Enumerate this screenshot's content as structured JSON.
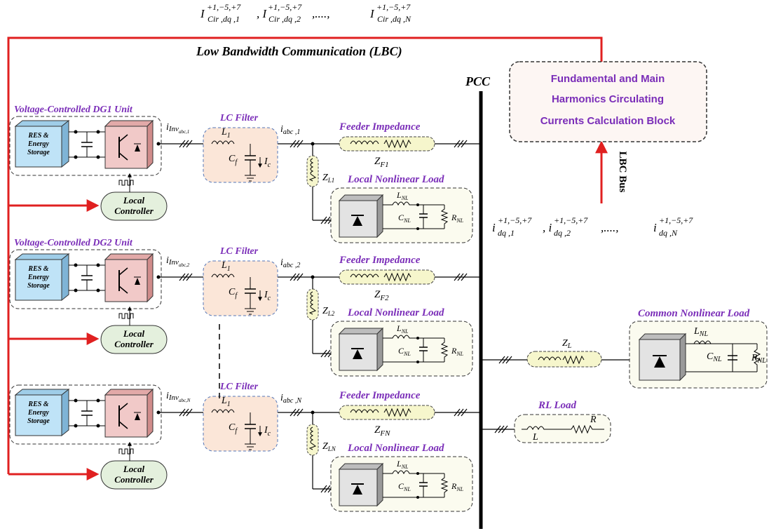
{
  "header": {
    "currents_top": "I Cir,dq,1 +1,-5,+7 , I Cir,dq,2 +1,-5,+7 ,...., I Cir,dq,N +1,-5,+7",
    "lbc_title": "Low Bandwidth Communication (LBC)",
    "pcc_label": "PCC",
    "lbc_bus": "LBC Bus",
    "currents_mid": "i dq,1 +1,-5,+7 , i dq,2 +1,-5,+7 ,...., i dq,N +1,-5,+7"
  },
  "calc_block": {
    "line1": "Fundamental and Main",
    "line2": "Harmonics Circulating",
    "line3": "Currents Calculation Block"
  },
  "units": [
    {
      "title": "Voltage-Controlled DG1 Unit",
      "inv_current": "i_Inv_abc,1",
      "grid_current": "i_abc,1",
      "source": [
        "RES &",
        "Energy",
        "Storage"
      ],
      "controller": [
        "Local",
        "Controller"
      ],
      "lc_filter": "LC Filter",
      "inductor": "L1",
      "capacitor": "Cf",
      "cap_current": "Ic",
      "feeder_title": "Feeder Impedance",
      "feeder_z": "ZF1",
      "load_z": "ZL1",
      "load_title": "Local Nonlinear Load",
      "load_l": "LNL",
      "load_c": "CNL",
      "load_r": "RNL"
    },
    {
      "title": "Voltage-Controlled DG2 Unit",
      "inv_current": "i_Inv_abc,2",
      "grid_current": "i_abc,2",
      "source": [
        "RES &",
        "Energy",
        "Storage"
      ],
      "controller": [
        "Local",
        "Controller"
      ],
      "lc_filter": "LC Filter",
      "inductor": "L1",
      "capacitor": "Cf",
      "cap_current": "Ic",
      "feeder_title": "Feeder Impedance",
      "feeder_z": "ZF2",
      "load_z": "ZL2",
      "load_title": "Local Nonlinear Load",
      "load_l": "LNL",
      "load_c": "CNL",
      "load_r": "RNL"
    },
    {
      "title": "",
      "inv_current": "i_Inv_abc,N",
      "grid_current": "i_abc,N",
      "source": [
        "RES &",
        "Energy",
        "Storage"
      ],
      "controller": [
        "Local",
        "Controller"
      ],
      "lc_filter": "LC Filter",
      "inductor": "L1",
      "capacitor": "Cf",
      "cap_current": "Ic",
      "feeder_title": "Feeder Impedance",
      "feeder_z": "ZFN",
      "load_z": "ZLN",
      "load_title": "Local Nonlinear Load",
      "load_l": "LNL",
      "load_c": "CNL",
      "load_r": "RNL"
    }
  ],
  "common_load": {
    "title": "Common Nonlinear Load",
    "z": "ZL",
    "l": "LNL",
    "c": "CNL",
    "r": "RNL"
  },
  "rl_load": {
    "title": "RL Load",
    "l": "L",
    "r": "R"
  },
  "colors": {
    "red": "#e02020",
    "purple": "#7a2db8",
    "blue_box": "#bfe3f7",
    "pink_box": "#f1c9c8",
    "lc_fill": "#fbe6d8",
    "feeder_fill": "#f6f6cc",
    "load_fill": "#fbfbef",
    "controller_fill": "#e4f0dd",
    "calc_fill": "#fdf6f3"
  }
}
